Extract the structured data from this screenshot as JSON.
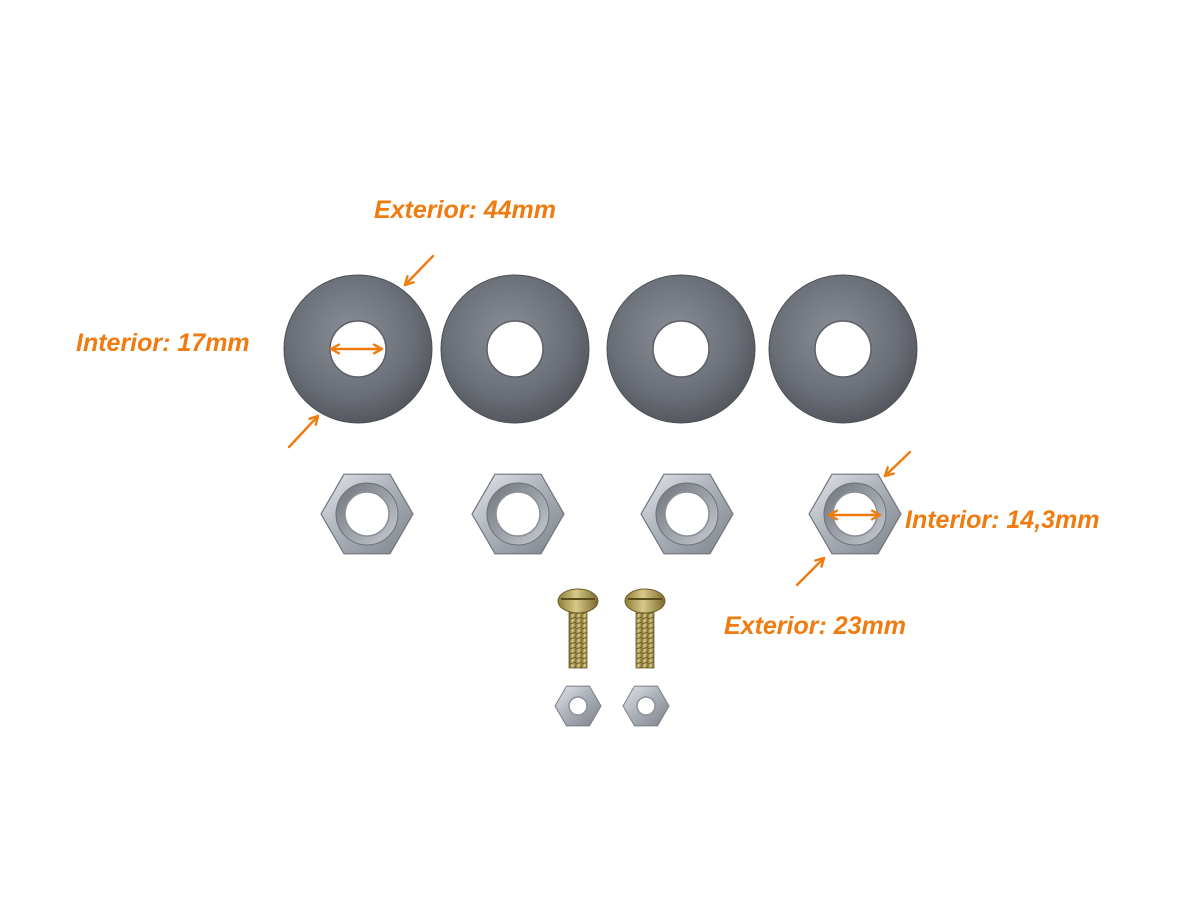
{
  "labels": {
    "washer_exterior": "Exterior: 44mm",
    "washer_interior": "Interior: 17mm",
    "nut_interior": "Interior: 14,3mm",
    "nut_exterior": "Exterior: 23mm"
  },
  "colors": {
    "accent": "#f07b0f",
    "washer": "#6b6f77",
    "nut": "#b9bec6",
    "screw": "#b8a45a",
    "background": "#ffffff"
  },
  "counts": {
    "washers": 4,
    "large_nuts": 4,
    "screws": 2,
    "small_nuts": 2
  },
  "icons": {
    "washer": "flat-washer-icon",
    "nut": "hex-nut-icon",
    "screw": "slotted-screw-icon",
    "arrow": "arrow-icon"
  }
}
